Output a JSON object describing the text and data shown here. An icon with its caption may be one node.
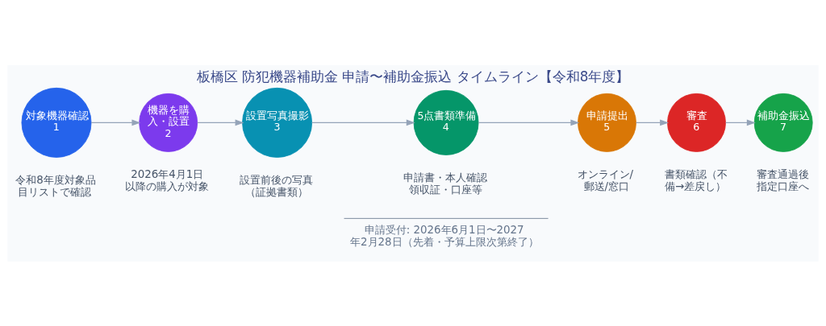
{
  "diagram": {
    "title": "板橋区 防犯機器補助金 申請〜補助金振込 タイムライン【令和8年度】",
    "nodes": [
      {
        "text": [
          "対象機器確認",
          "1"
        ],
        "beside": [
          "令和8年度対象品目リストで確認"
        ]
      },
      {
        "text": [
          "機器を購入・設置",
          "2"
        ],
        "beside": [
          "2026年4月1日以降の購入が対象"
        ]
      },
      {
        "text": [
          "設置写真撮影",
          "3"
        ],
        "beside": [
          "設置前後の写真（証拠書類）"
        ]
      },
      {
        "text": [
          "5点書類準備",
          "4"
        ],
        "beside": [
          "申請書・本人確認領収証・口座等"
        ]
      },
      {
        "text": [
          "申請提出",
          "5"
        ],
        "beside": [
          "オンライン/郵送/窓口"
        ]
      },
      {
        "text": [
          "審査",
          "6"
        ],
        "beside": [
          "書類確認（不備→差戻し）"
        ]
      },
      {
        "text": [
          "補助金振込",
          "7"
        ],
        "beside": [
          "審査通過後指定口座へ"
        ]
      }
    ],
    "edges": [
      {
        "from": 0,
        "to": 1,
        "arrow": "to"
      },
      {
        "from": 1,
        "to": 2,
        "arrow": "to"
      },
      {
        "from": 2,
        "to": 3,
        "arrow": "to"
      },
      {
        "from": 3,
        "to": 4,
        "arrow": "to"
      },
      {
        "from": 4,
        "to": 5,
        "arrow": "to"
      },
      {
        "from": 5,
        "to": 6,
        "arrow": "to"
      }
    ],
    "labels": [
      "申請受付: 2026年6月1日〜2027年2月28日（先着・予算上限次第終了）"
    ]
  }
}
